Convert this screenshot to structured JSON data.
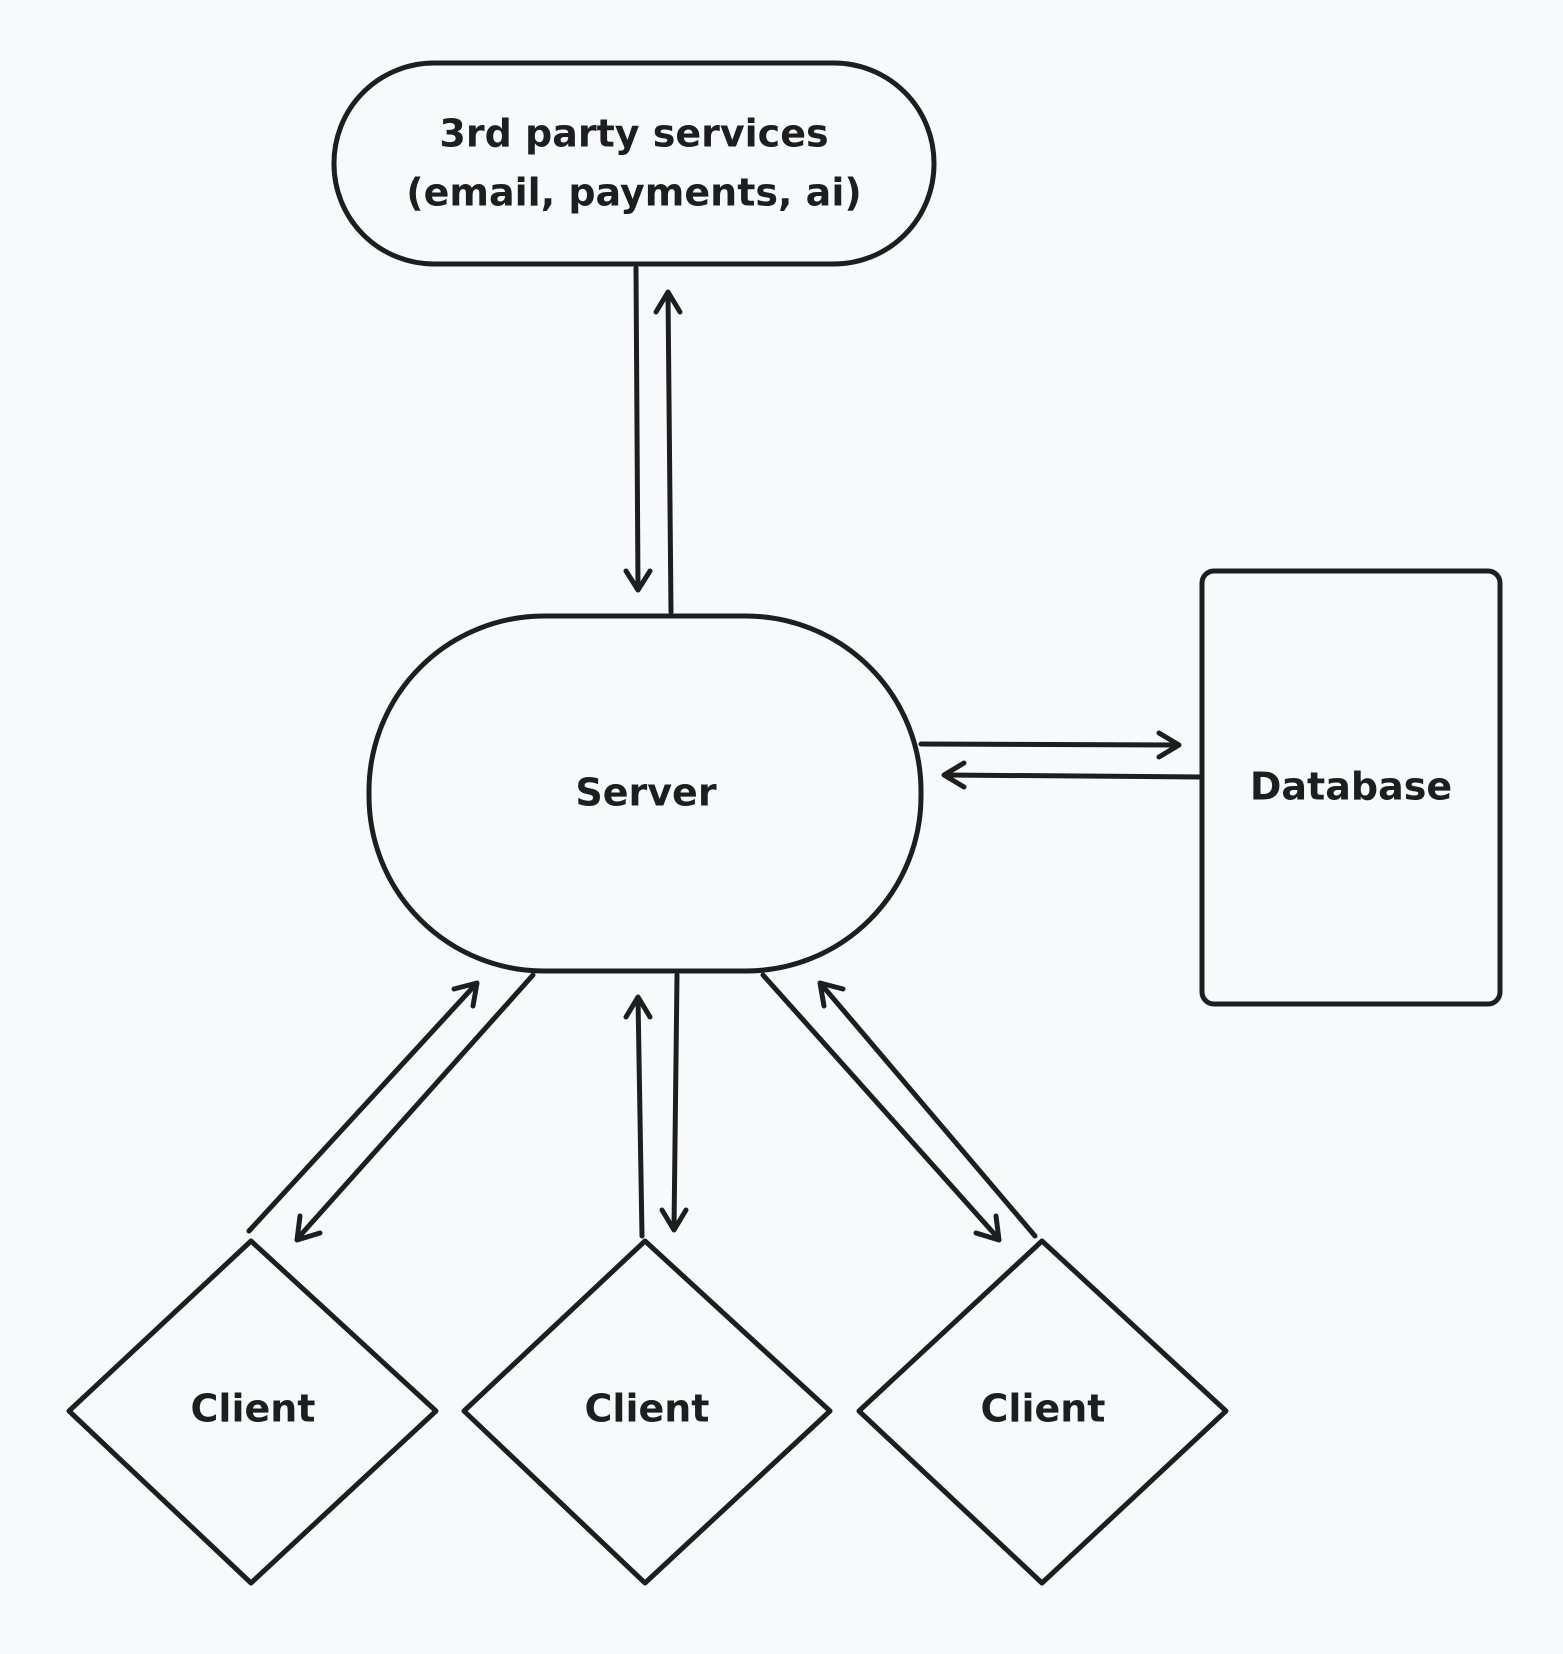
{
  "diagram": {
    "stroke_color": "#1e1e1e",
    "background": "#f8f9fa",
    "nodes": {
      "services": {
        "line1": "3rd party services",
        "line2": "(email, payments, ai)",
        "shape": "stadium"
      },
      "server": {
        "label": "Server",
        "shape": "stadium"
      },
      "database": {
        "label": "Database",
        "shape": "rectangle"
      },
      "client_left": {
        "label": "Client",
        "shape": "diamond"
      },
      "client_center": {
        "label": "Client",
        "shape": "diamond"
      },
      "client_right": {
        "label": "Client",
        "shape": "diamond"
      }
    },
    "edges": [
      {
        "from": "services",
        "to": "server"
      },
      {
        "from": "server",
        "to": "services"
      },
      {
        "from": "server",
        "to": "database"
      },
      {
        "from": "database",
        "to": "server"
      },
      {
        "from": "server",
        "to": "client_left"
      },
      {
        "from": "client_left",
        "to": "server"
      },
      {
        "from": "server",
        "to": "client_center"
      },
      {
        "from": "client_center",
        "to": "server"
      },
      {
        "from": "server",
        "to": "client_right"
      },
      {
        "from": "client_right",
        "to": "server"
      }
    ]
  }
}
